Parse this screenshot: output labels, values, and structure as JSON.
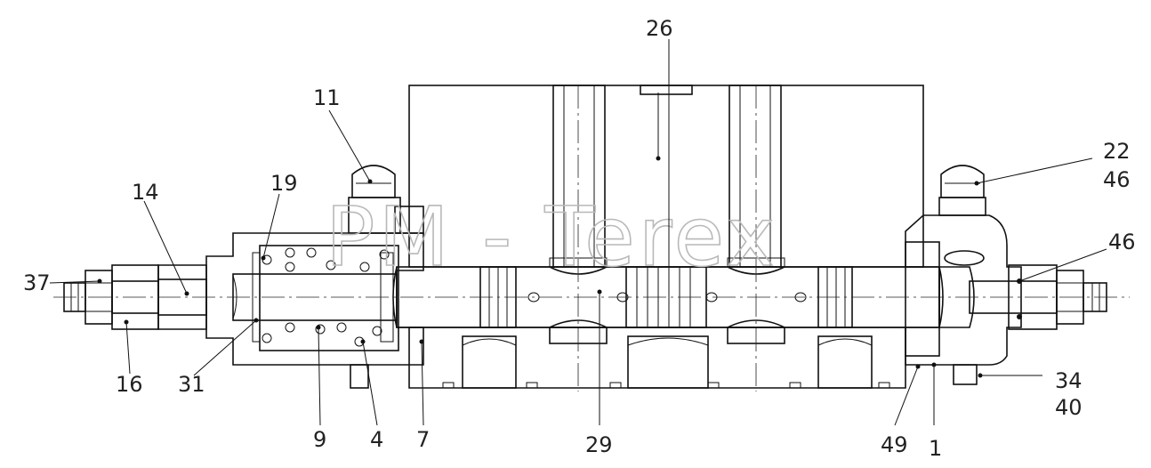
{
  "watermark": "PM - Terex",
  "callouts": {
    "c26": "26",
    "c11": "11",
    "c19": "19",
    "c14": "14",
    "c37": "37",
    "c16": "16",
    "c31": "31",
    "c9": "9",
    "c4": "4",
    "c7": "7",
    "c29": "29",
    "c49": "49",
    "c1": "1",
    "c22": "22",
    "c46a": "46",
    "c46b": "46",
    "c34": "34",
    "c40": "40"
  }
}
